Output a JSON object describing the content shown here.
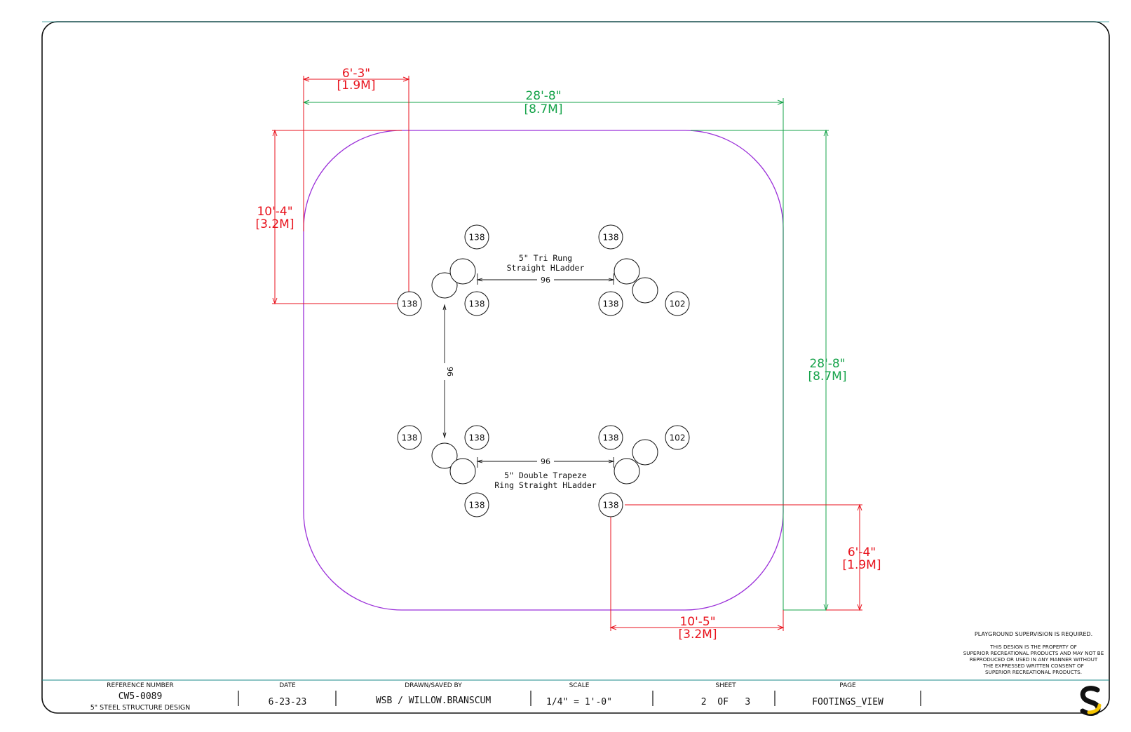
{
  "dimensions": {
    "top_offset": {
      "imperial": "6'-3\"",
      "metric": "[1.9M]"
    },
    "overall_width": {
      "imperial": "28'-8\"",
      "metric": "[8.7M]"
    },
    "left_offset": {
      "imperial": "10'-4\"",
      "metric": "[3.2M]"
    },
    "overall_height": {
      "imperial": "28'-8\"",
      "metric": "[8.7M]"
    },
    "right_offset": {
      "imperial": "6'-4\"",
      "metric": "[1.9M]"
    },
    "bottom_offset": {
      "imperial": "10'-5\"",
      "metric": "[3.2M]"
    }
  },
  "footings": [
    "138",
    "138",
    "138",
    "138",
    "102",
    "138",
    "138",
    "138",
    "102",
    "138",
    "138",
    "138"
  ],
  "components": {
    "upper_ladder": {
      "line1": "5\" Tri Rung",
      "line2": "Straight HLadder",
      "span": "96"
    },
    "lower_ladder": {
      "line1": "5\" Double Trapeze",
      "line2": "Ring Straight HLadder",
      "span": "96"
    },
    "vertical_span": "96"
  },
  "notes": {
    "supervision": "PLAYGROUND SUPERVISION IS REQUIRED.",
    "legal": [
      "THIS DESIGN IS THE PROPERTY OF",
      "SUPERIOR RECREATIONAL PRODUCTS AND MAY NOT BE",
      "REPRODUCED OR USED IN ANY MANNER WITHOUT",
      "THE EXPRESSED WRITTEN CONSENT OF",
      "SUPERIOR RECREATIONAL PRODUCTS."
    ]
  },
  "title_block": {
    "reference": {
      "header": "REFERENCE NUMBER",
      "value": "CW5-0089",
      "sub": "5\" STEEL STRUCTURE DESIGN"
    },
    "date": {
      "header": "DATE",
      "value": "6-23-23"
    },
    "drawn": {
      "header": "DRAWN/SAVED BY",
      "value": "WSB / WILLOW.BRANSCUM"
    },
    "scale": {
      "header": "SCALE",
      "value": "1/4\" = 1'-0\""
    },
    "sheet": {
      "header": "SHEET",
      "value": "2  OF   3"
    },
    "page": {
      "header": "PAGE",
      "value": "FOOTINGS_VIEW"
    }
  },
  "colors": {
    "border": "#111111",
    "cyan_line": "#1a8a8a",
    "use_zone": "#9b30d9",
    "red_dim": "#e8121c",
    "green_dim": "#16a34a",
    "logo_yellow": "#f5c400"
  }
}
